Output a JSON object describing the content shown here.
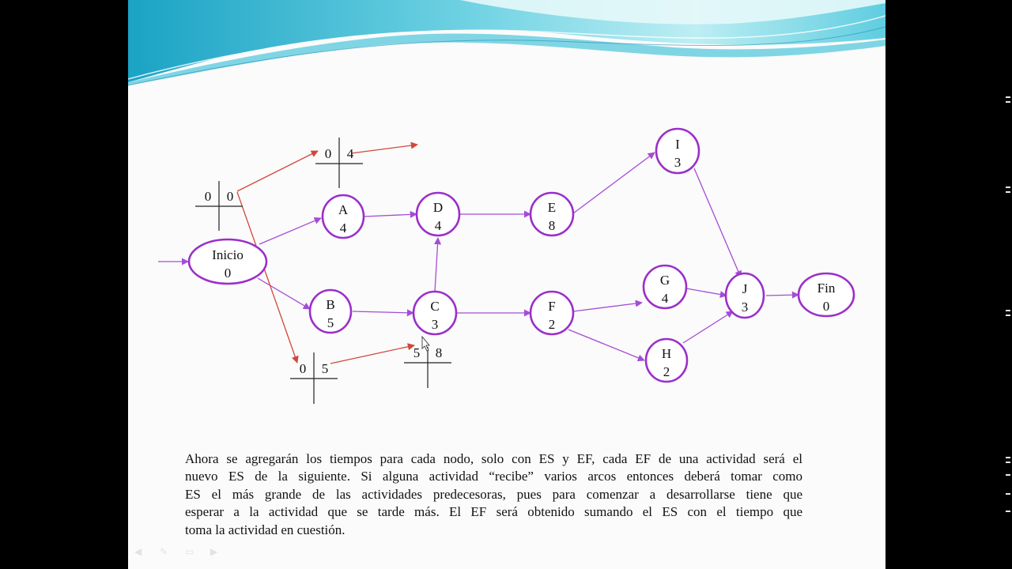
{
  "colors": {
    "node_stroke": "#9b2fc9",
    "network_arrow": "#a54cd6",
    "annotation_arrow": "#d2473a",
    "cross": "#222222",
    "wave_light": "#9fe0ea",
    "wave_mid": "#3cc3da",
    "wave_dark": "#1aa3c4"
  },
  "nodes": [
    {
      "id": "inicio",
      "name": "Inicio",
      "duration": "0"
    },
    {
      "id": "a",
      "name": "A",
      "duration": "4"
    },
    {
      "id": "b",
      "name": "B",
      "duration": "5"
    },
    {
      "id": "c",
      "name": "C",
      "duration": "3"
    },
    {
      "id": "d",
      "name": "D",
      "duration": "4"
    },
    {
      "id": "e",
      "name": "E",
      "duration": "8"
    },
    {
      "id": "f",
      "name": "F",
      "duration": "2"
    },
    {
      "id": "g",
      "name": "G",
      "duration": "4"
    },
    {
      "id": "h",
      "name": "H",
      "duration": "2"
    },
    {
      "id": "i",
      "name": "I",
      "duration": "3"
    },
    {
      "id": "j",
      "name": "J",
      "duration": "3"
    },
    {
      "id": "fin",
      "name": "Fin",
      "duration": "0"
    }
  ],
  "edges": [
    {
      "from": "start",
      "to": "inicio"
    },
    {
      "from": "inicio",
      "to": "a"
    },
    {
      "from": "inicio",
      "to": "b"
    },
    {
      "from": "a",
      "to": "d"
    },
    {
      "from": "b",
      "to": "c"
    },
    {
      "from": "c",
      "to": "d"
    },
    {
      "from": "c",
      "to": "f"
    },
    {
      "from": "d",
      "to": "e"
    },
    {
      "from": "e",
      "to": "i"
    },
    {
      "from": "f",
      "to": "g"
    },
    {
      "from": "f",
      "to": "h"
    },
    {
      "from": "g",
      "to": "j"
    },
    {
      "from": "h",
      "to": "j"
    },
    {
      "from": "i",
      "to": "j"
    },
    {
      "from": "j",
      "to": "fin"
    }
  ],
  "crosses": [
    {
      "id": "inicio",
      "es": "0",
      "ef": "0"
    },
    {
      "id": "a",
      "es": "0",
      "ef": "4"
    },
    {
      "id": "b",
      "es": "0",
      "ef": "5"
    },
    {
      "id": "c",
      "es": "5",
      "ef": "8"
    }
  ],
  "paragraph_lines": [
    "Ahora se agregarán los tiempos para cada nodo, solo con ES y EF, cada EF de una actividad será el",
    "nuevo ES de la siguiente.  Si alguna actividad “recibe” varios arcos entonces deberá tomar como",
    "ES el más grande de las actividades predecesoras, pues para comenzar a desarrollarse tiene que",
    "esperar a la actividad que se tarde más.    El EF será obtenido sumando el ES con el tiempo que",
    "toma la actividad en cuestión."
  ]
}
